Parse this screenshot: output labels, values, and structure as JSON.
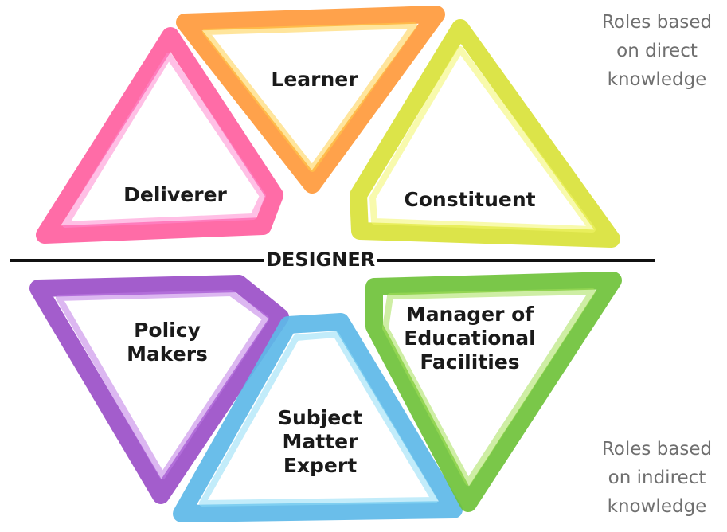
{
  "roles": {
    "learner": "Learner",
    "deliverer": "Deliverer",
    "constituent": "Constituent",
    "policy_makers": [
      "Policy",
      "Makers"
    ],
    "subject_matter_expert": [
      "Subject",
      "Matter",
      "Expert"
    ],
    "manager": [
      "Manager of",
      "Educational",
      "Facilities"
    ]
  },
  "divider_label": "DESIGNER",
  "notes": {
    "direct": [
      "Roles based",
      "on direct",
      "knowledge"
    ],
    "indirect": [
      "Roles based",
      "on indirect",
      "knowledge"
    ]
  },
  "colors": {
    "learner": "#ff9a3c",
    "deliverer": "#ff5fa0",
    "constituent": "#d9e23a",
    "policy_makers": "#9b4fc8",
    "subject_matter_expert": "#5db8e8",
    "manager": "#6fc23a",
    "divider": "#111111"
  }
}
